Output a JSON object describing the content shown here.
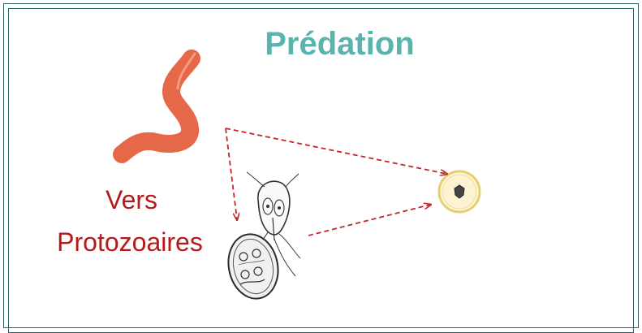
{
  "title": "Prédation",
  "labels": {
    "vers": "Vers",
    "protozoaires": "Protozoaires"
  },
  "icons": [
    "worm-icon",
    "protozoa-icon",
    "cyst-icon",
    "egg-icon"
  ],
  "colors": {
    "title": "#5bb3ad",
    "label": "#b51a1a",
    "arrow": "#c0282d",
    "worm": "#f47a58",
    "egg_outline": "#e6cf6c",
    "frame": "#2f5f63"
  }
}
